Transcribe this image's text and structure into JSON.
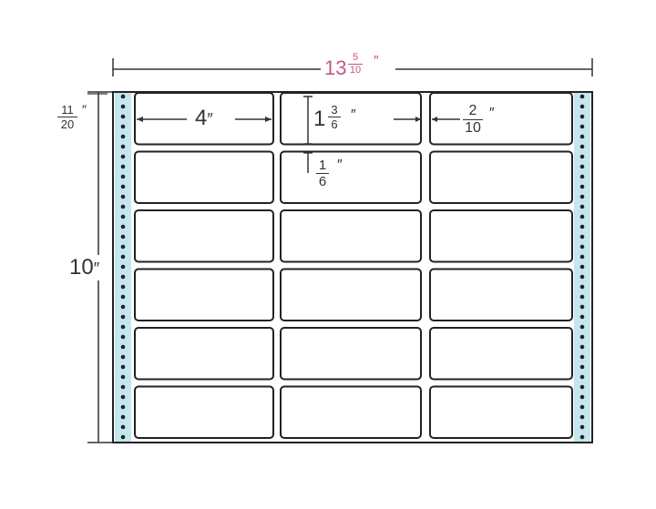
{
  "sheet": {
    "width_label": {
      "whole": "13",
      "num": "5",
      "den": "10",
      "unit": "″"
    },
    "height_label": {
      "whole": "10",
      "unit": "″"
    },
    "top_margin_label": {
      "num": "11",
      "den": "20",
      "unit": "″"
    },
    "columns": 3,
    "rows": 6
  },
  "label_dims": {
    "width": {
      "whole": "4",
      "unit": "″"
    },
    "height": {
      "whole": "1",
      "num": "3",
      "den": "6",
      "unit": "″"
    },
    "h_gap": {
      "num": "2",
      "den": "10",
      "unit": "″"
    },
    "v_gap": {
      "num": "1",
      "den": "6",
      "unit": "″"
    }
  },
  "colors": {
    "line": "#333333",
    "label_border": "#222222",
    "strip": "#c4e6ee",
    "strip_dot": "#222222",
    "width_label": "#c8558a"
  }
}
